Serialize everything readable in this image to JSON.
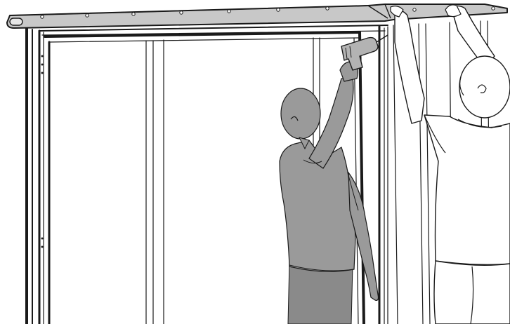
{
  "illustration": {
    "kind": "assembly-instruction",
    "colors": {
      "background": "#ffffff",
      "line": "#1a1a1a",
      "roof_fill": "#c8c8c8",
      "person_grey": "#9a9a9a",
      "person_grey_dark": "#8a8a8a",
      "person_outline_fill": "#ffffff"
    },
    "icons": [
      "roof-panel",
      "shed-frame",
      "door-opening",
      "power-drill",
      "person-drilling",
      "person-holding-roof"
    ]
  }
}
